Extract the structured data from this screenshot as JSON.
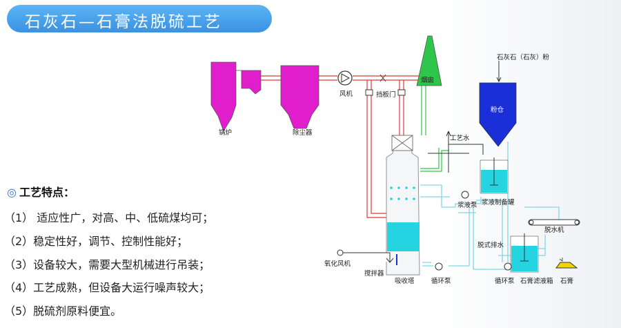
{
  "title": "石灰石—石膏法脱硫工艺",
  "features": {
    "heading_mark": "◎",
    "heading": "工艺特点：",
    "items": [
      "（1） 适应性广，对高、中、低硫煤均可；",
      "（2）稳定性好，调节、控制性能好；",
      "（3）设备较大，需要大型机械进行吊装；",
      "（4）工艺成熟，但设备大运行噪声较大；",
      "（5）脱硫剂原料便宜。"
    ]
  },
  "diagram": {
    "labels": {
      "boiler": "锅炉",
      "dust_collector": "除尘器",
      "fan": "风机",
      "damper": "挡板门",
      "chimney": "烟囱",
      "limestone_powder": "石灰石（石灰）粉",
      "powder_silo": "粉仓",
      "process_water": "工艺水",
      "slurry_pump": "浆液泵",
      "slurry_tank": "浆液制备罐",
      "dewatering_machine": "脱水机",
      "dewatering_drain": "脱式排水",
      "oxidation_fan": "氧化风机",
      "agitator": "搅拌器",
      "absorption_tower": "吸收塔",
      "circulation_pump_1": "循环泵",
      "circulation_pump_2": "循环泵",
      "gypsum_filtrate_tank": "石膏滤液箱",
      "gypsum": "石膏"
    },
    "colors": {
      "magenta": "#e01ecc",
      "blue": "#1a2fd8",
      "green": "#2ec64a",
      "cyan": "#24d4e0",
      "gas_line": "#d83a3a",
      "water_line": "#7fd6e6",
      "gypsum": "#f2d400"
    }
  }
}
